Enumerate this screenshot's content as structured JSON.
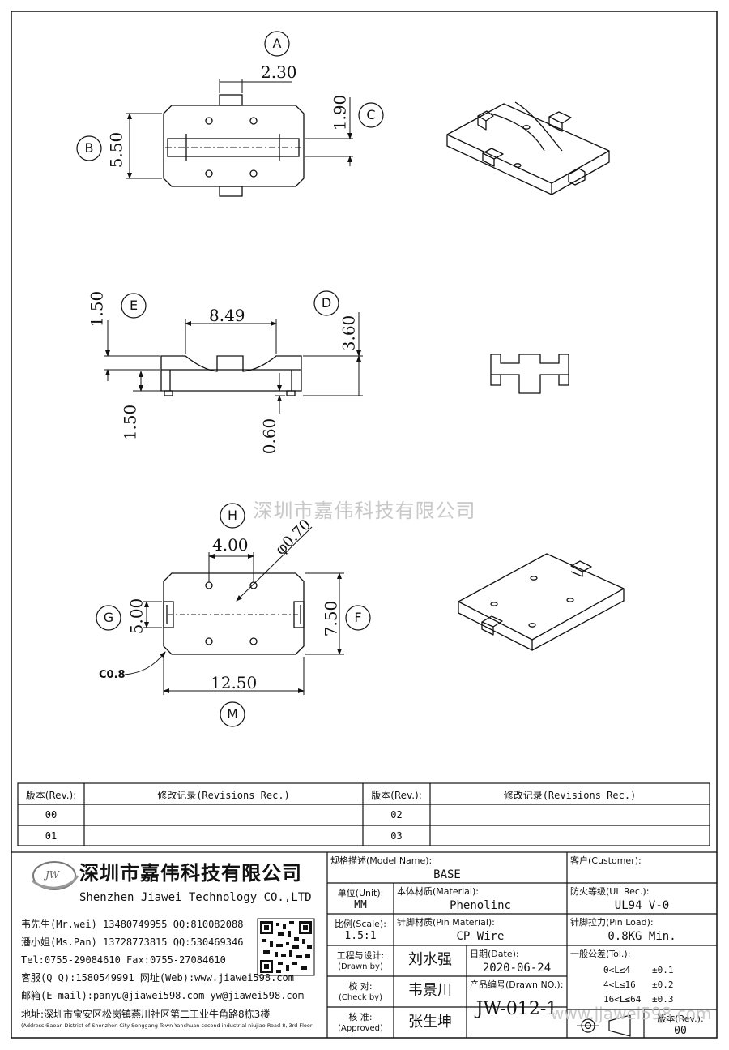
{
  "drawing": {
    "dims": {
      "a_w": "2.30",
      "c_h": "1.90",
      "b_h": "5.50",
      "e_h": "1.50",
      "width_849": "8.49",
      "d_h": "3.60",
      "lower_150": "1.50",
      "lower_060": "0.60",
      "h_400": "4.00",
      "dia": "φ0.70",
      "g_500": "5.00",
      "f_750": "7.50",
      "m_1250": "12.50",
      "chamfer": "C0.8"
    },
    "labels": {
      "a": "A",
      "b": "B",
      "c": "C",
      "d": "D",
      "e": "E",
      "f": "F",
      "g": "G",
      "h": "H",
      "m": "M"
    },
    "watermark": "深圳市嘉伟科技有限公司",
    "watermark_url": "www.jjawei598.com"
  },
  "revisions": {
    "header_rev": "版本(Rev.):",
    "header_rec": "修改记录(Revisions Rec.)",
    "rows": [
      {
        "left_rev": "00",
        "right_rev": "02"
      },
      {
        "left_rev": "01",
        "right_rev": "03"
      }
    ]
  },
  "company": {
    "logo_text": "JW",
    "name_cn": "深圳市嘉伟科技有限公司",
    "name_en": "Shenzhen Jiawei Technology CO.,LTD",
    "contacts": [
      "韦先生(Mr.wei) 13480749955 QQ:810082088",
      "潘小姐(Ms.Pan) 13728773815 QQ:530469346",
      "Tel:0755-29084610      Fax:0755-27084610",
      "客服(Q Q):1580549991  网址(Web):www.jiawei598.com",
      "邮箱(E-mail):panyu@jiawei598.com  yw@jiawei598.com",
      "地址:深圳市宝安区松岗镇燕川社区第二工业牛角路8栋3楼"
    ],
    "address_en": "(Address)Baoan District of Shenzhen City Songgang Town Yanchuan  second industrial niujiao Road 8, 3rd Floor"
  },
  "title_block": {
    "model_label": "规格描述(Model Name):",
    "model_value": "BASE",
    "customer_label": "客户(Customer):",
    "customer_value": "",
    "unit_label": "单位(Unit):",
    "unit_value": "MM",
    "material_label": "本体材质(Material):",
    "material_value": "Phenolinc",
    "ul_label": "防火等级(UL Rec.):",
    "ul_value": "UL94 V-0",
    "scale_label": "比例(Scale):",
    "scale_value": "1.5:1",
    "pin_label": "针脚材质(Pin Material):",
    "pin_value": "CP Wire",
    "load_label": "针脚拉力(Pin Load):",
    "load_value": "0.8KG Min.",
    "drawn_label": "工程与设计:",
    "drawn_label2": "(Drawn by)",
    "drawn_value": "刘水强",
    "date_label": "日期(Date):",
    "date_value": "2020-06-24",
    "check_label": "校  对:",
    "check_label2": "(Check by)",
    "check_value": "韦景川",
    "drawno_label": "产品编号(Drawn NO.):",
    "drawno_value": "JW-012-1",
    "approve_label": "核  准:",
    "approve_label2": "(Approved)",
    "approve_value": "张生坤",
    "tol_label": "一般公差(Tol.):",
    "tol_rows": [
      {
        "range": "0<L≤4",
        "tol": "±0.1"
      },
      {
        "range": "4<L≤16",
        "tol": "±0.2"
      },
      {
        "range": "16<L≤64",
        "tol": "±0.3"
      }
    ],
    "rev_label": "版本(Rev.):",
    "rev_value": "00"
  }
}
